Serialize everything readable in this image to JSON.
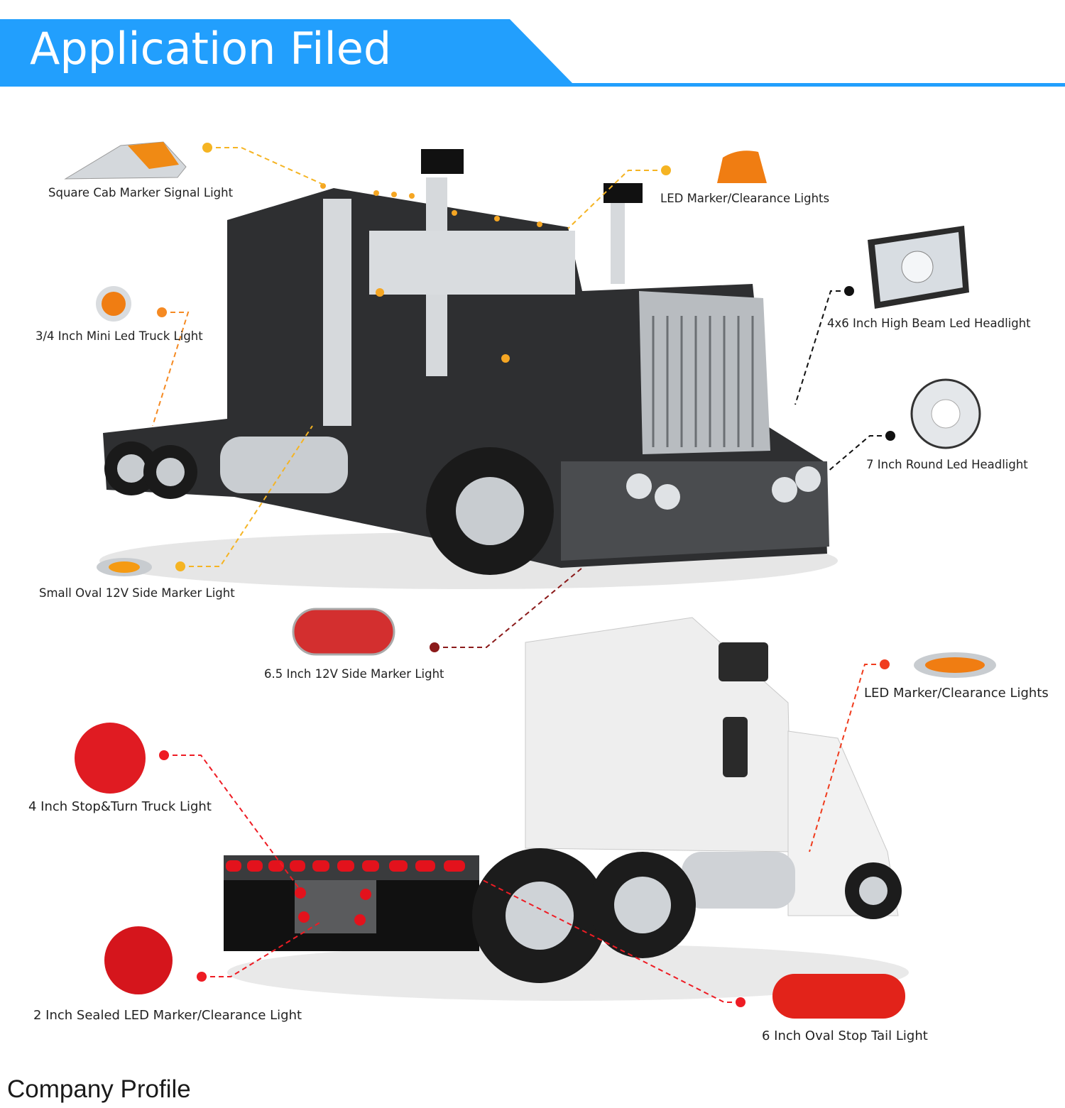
{
  "header": {
    "title": "Application Filed",
    "accent": "#229ffd"
  },
  "callouts": [
    {
      "label": "Square Cab Marker Signal Light",
      "color": "#f5a623"
    },
    {
      "label": "LED Marker/Clearance Lights",
      "color": "#f5a623"
    },
    {
      "label": "4x6 Inch High Beam Led Headlight",
      "color": "#111111"
    },
    {
      "label": "7 Inch Round Led Headlight",
      "color": "#111111"
    },
    {
      "label": "3/4 Inch Mini Led Truck Light",
      "color": "#f58a23"
    },
    {
      "label": "Small Oval 12V Side Marker Light",
      "color": "#f5a623"
    },
    {
      "label": "6.5 Inch 12V Side Marker Light",
      "color": "#8b1a1a"
    },
    {
      "label": "LED Marker/Clearance Lights",
      "color": "#f03c1e"
    },
    {
      "label": "4 Inch Stop&Turn Truck Light",
      "color": "#ee1c24"
    },
    {
      "label": "2 Inch Sealed LED Marker/Clearance Light",
      "color": "#ee1c24"
    },
    {
      "label": "6 Inch Oval Stop Tail Light",
      "color": "#ee1c24"
    }
  ],
  "footer": {
    "title": "Company Profile"
  }
}
